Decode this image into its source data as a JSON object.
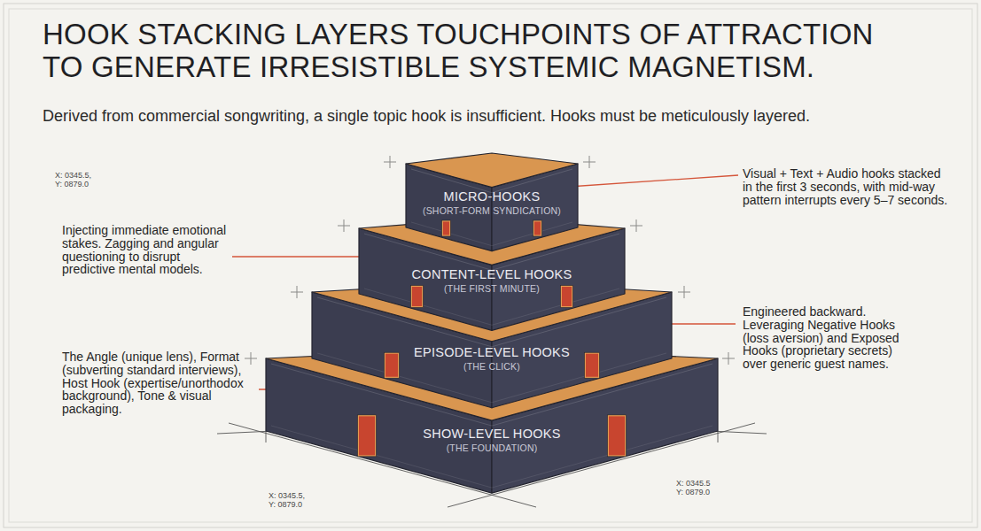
{
  "diagram": {
    "title": "HOOK STACKING LAYERS TOUCHPOINTS OF ATTRACTION TO GENERATE IRRESISTIBLE SYSTEMIC MAGNETISM.",
    "nodes": [
      {
        "text": [
          "MICRO-HOOKS",
          "(SHORT-FORM SYNDICATION)"
        ]
      },
      {
        "text": [
          "CONTENT-LEVEL HOOKS",
          "(THE FIRST MINUTE)"
        ]
      },
      {
        "text": [
          "EPISODE-LEVEL HOOKS",
          "(THE CLICK)"
        ]
      },
      {
        "text": [
          "SHOW-LEVEL HOOKS",
          "(THE FOUNDATION)"
        ]
      }
    ],
    "labels": [
      "Derived from commercial songwriting, a single topic hook is insufficient. Hooks must be meticulously layered.",
      "X: 0345.5, Y: 0879.0",
      "Visual + Text + Audio hooks stacked in the first 3 seconds, with mid-way pattern interrupts every 5–7 seconds.",
      "Injecting immediate emotional stakes. Zagging and angular questioning to disrupt predictive mental models.",
      "Engineered backward. Leveraging Negative Hooks (loss aversion) and Exposed Hooks (proprietary secrets) over generic guest names.",
      "The Angle (unique lens), Format (subverting standard interviews), Host Hook (expertise/unorthodox background), Tone & visual packaging.",
      "X: 0345.5, Y: 0879.0",
      "X: 0345.5 Y: 0879.0"
    ]
  }
}
